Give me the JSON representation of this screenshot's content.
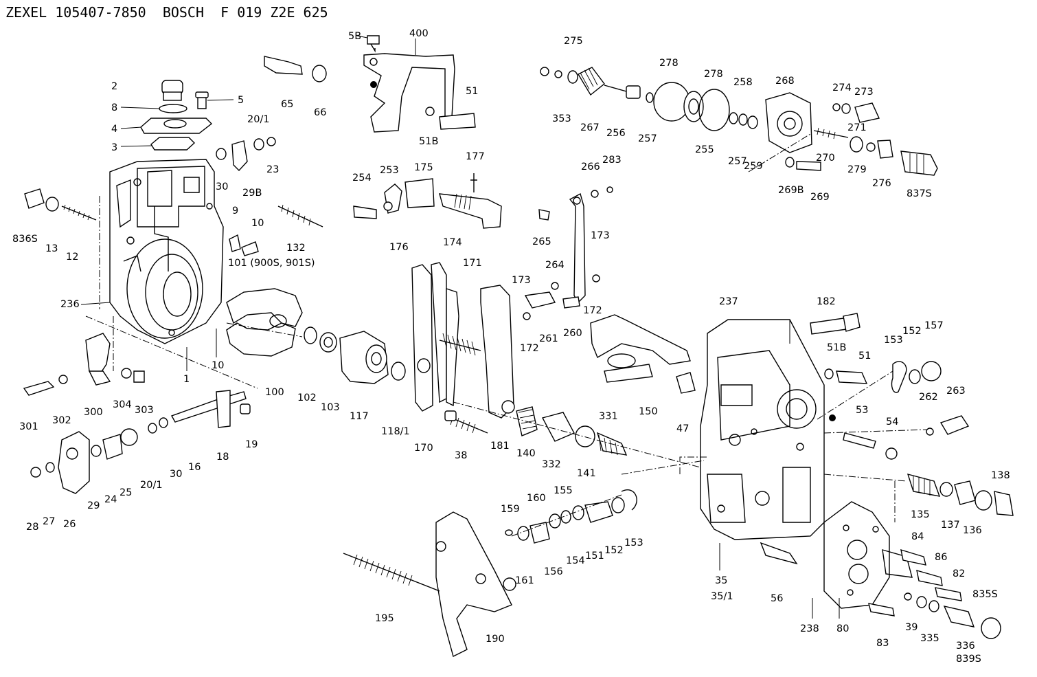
{
  "header": {
    "zexel_brand": "ZEXEL",
    "zexel_number": "105407-7850",
    "bosch_brand": "BOSCH",
    "bosch_number": "F 019 Z2E 625"
  },
  "part_labels": [
    "2",
    "8",
    "5",
    "4",
    "3",
    "20/1",
    "23",
    "30",
    "29B",
    "836S",
    "13",
    "12",
    "9",
    "10",
    "101 (900S, 901S)",
    "236",
    "1",
    "10",
    "100",
    "102",
    "103",
    "117",
    "118/1",
    "301",
    "302",
    "300",
    "304",
    "303",
    "19",
    "18",
    "16",
    "30",
    "20/1",
    "25",
    "24",
    "29",
    "28",
    "27",
    "26",
    "5B",
    "400",
    "65",
    "66",
    "51",
    "51B",
    "254",
    "253",
    "175",
    "177",
    "176",
    "174",
    "132",
    "171",
    "170",
    "38",
    "181",
    "140",
    "332",
    "141",
    "331",
    "275",
    "353",
    "267",
    "256",
    "278",
    "278",
    "257",
    "255",
    "258",
    "257",
    "259",
    "268",
    "274",
    "273",
    "271",
    "279",
    "276",
    "837S",
    "270",
    "269B",
    "269",
    "266",
    "283",
    "265",
    "173",
    "264",
    "173",
    "172",
    "172",
    "261",
    "260",
    "150",
    "47",
    "237",
    "182",
    "51B",
    "51",
    "153",
    "152",
    "157",
    "262",
    "263",
    "53",
    "54",
    "138",
    "135",
    "137",
    "136",
    "84",
    "86",
    "82",
    "835S",
    "839S",
    "336",
    "335",
    "39",
    "83",
    "80",
    "238",
    "56",
    "35",
    "35/1",
    "159",
    "160",
    "155",
    "161",
    "156",
    "154",
    "151",
    "152",
    "153",
    "195",
    "190"
  ]
}
